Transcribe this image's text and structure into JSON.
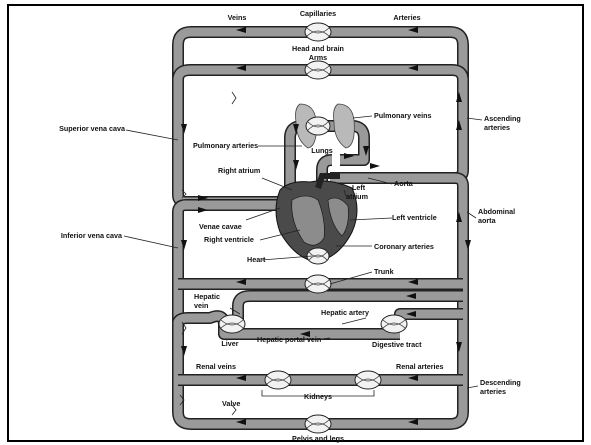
{
  "labels": {
    "veins": "Veins",
    "capillaries": "Capillaries",
    "arteries": "Arteries",
    "head_and_brain": "Head and brain",
    "arms": "Arms",
    "superior_vena_cava": "Superior vena cava",
    "pulmonary_veins": "Pulmonary veins",
    "ascending_arteries_1": "Ascending",
    "ascending_arteries_2": "arteries",
    "pulmonary_arteries": "Pulmonary arteries",
    "lungs": "Lungs",
    "right_atrium": "Right atrium",
    "left_atrium_1": "Left",
    "left_atrium_2": "atrium",
    "aorta": "Aorta",
    "venae_cavae": "Venae cavae",
    "left_ventricle": "Left ventricle",
    "abdominal_aorta_1": "Abdominal",
    "abdominal_aorta_2": "aorta",
    "inferior_vena_cava": "Inferior vena cava",
    "right_ventricle": "Right ventricle",
    "coronary_arteries": "Coronary arteries",
    "heart": "Heart",
    "trunk": "Trunk",
    "hepatic_vein_1": "Hepatic",
    "hepatic_vein_2": "vein",
    "hepatic_artery": "Hepatic artery",
    "liver": "Liver",
    "hepatic_portal_vein": "Hepatic portal vein",
    "digestive_tract": "Digestive tract",
    "renal_veins": "Renal veins",
    "renal_arteries": "Renal arteries",
    "descending_arteries_1": "Descending",
    "descending_arteries_2": "arteries",
    "kidneys": "Kidneys",
    "valve": "Valve",
    "pelvis_and_legs": "Pelvis and legs"
  }
}
